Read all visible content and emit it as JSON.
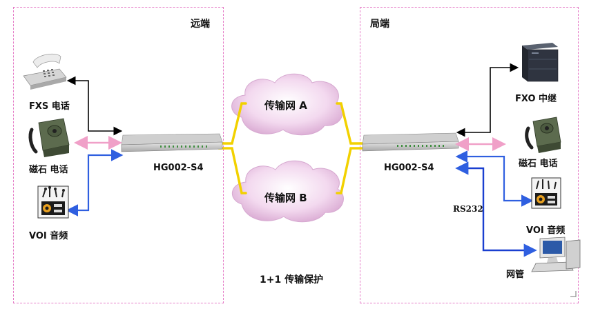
{
  "remote": {
    "title": "远端",
    "fxs_label": "FXS 电话",
    "magneto_label": "磁石 电话",
    "voi_label": "VOI 音频",
    "device_label": "HG002-S4"
  },
  "local": {
    "title": "局端",
    "fxo_label": "FXO 中继",
    "magneto_label": "磁石 电话",
    "voi_label": "VOI 音频",
    "device_label": "HG002-S4",
    "rs232_label": "RS232",
    "nms_label": "网管"
  },
  "network": {
    "net_a": "传输网 A",
    "net_b": "传输网 B",
    "protection_label": "1+1 传输保护"
  },
  "colors": {
    "zone_border": "#e57ac6",
    "cloud_fill": "#f3d9ef",
    "fiber": "#f2d100",
    "blue_link": "#2f5fe0",
    "pink_link": "#f0a0c8",
    "black_link": "#000000"
  }
}
